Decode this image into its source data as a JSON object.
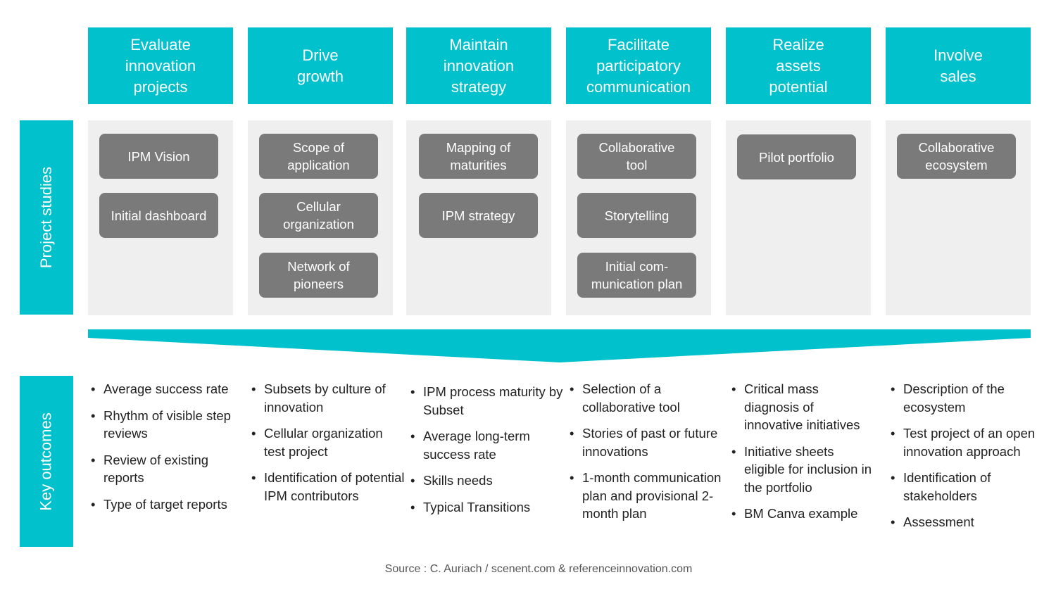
{
  "colors": {
    "teal": "#00c1cc",
    "panel": "#efefef",
    "pill": "#7a7a7a"
  },
  "side_labels": {
    "project_studies": "Project studies",
    "key_outcomes": "Key outcomes"
  },
  "columns": [
    {
      "header": "Evaluate\ninnovation\nprojects",
      "studies": [
        "IPM Vision",
        "Initial dashboard"
      ],
      "outcomes": [
        "Average success rate",
        "Rhythm of visible step reviews",
        "Review of existing reports",
        "Type of target reports"
      ]
    },
    {
      "header": "Drive\ngrowth",
      "studies": [
        "Scope of\napplication",
        "Cellular\norganization",
        "Network of\npioneers"
      ],
      "outcomes": [
        "Subsets by culture of innovation",
        "Cellular organization test project",
        "Identification of potential IPM contributors"
      ]
    },
    {
      "header": "Maintain\ninnovation\nstrategy",
      "studies": [
        "Mapping of\nmaturities",
        "IPM strategy"
      ],
      "outcomes": [
        "IPM process maturity by Subset",
        "Average long-term success rate",
        "Skills needs",
        "Typical Transitions"
      ]
    },
    {
      "header": "Facilitate\nparticipatory\ncommunication",
      "studies": [
        "Collaborative\ntool",
        "Storytelling",
        "Initial com-\nmunication plan"
      ],
      "outcomes": [
        "Selection of a collaborative tool",
        "Stories of past or future innovations",
        "1-month communication plan and provisional 2-month plan"
      ]
    },
    {
      "header": "Realize\nassets\npotential",
      "studies": [
        "Pilot portfolio"
      ],
      "outcomes": [
        "Critical mass diagnosis of innovative initiatives",
        "Initiative sheets eligible for inclusion in the portfolio",
        "BM Canva example"
      ]
    },
    {
      "header": "Involve\nsales",
      "studies": [
        "Collaborative\necosystem"
      ],
      "outcomes": [
        "Description of the ecosystem",
        "Test project of an open innovation approach",
        "Identification of stakeholders",
        "Assessment"
      ]
    }
  ],
  "source": "Source : C. Auriach / scenent.com & referenceinnovation.com"
}
